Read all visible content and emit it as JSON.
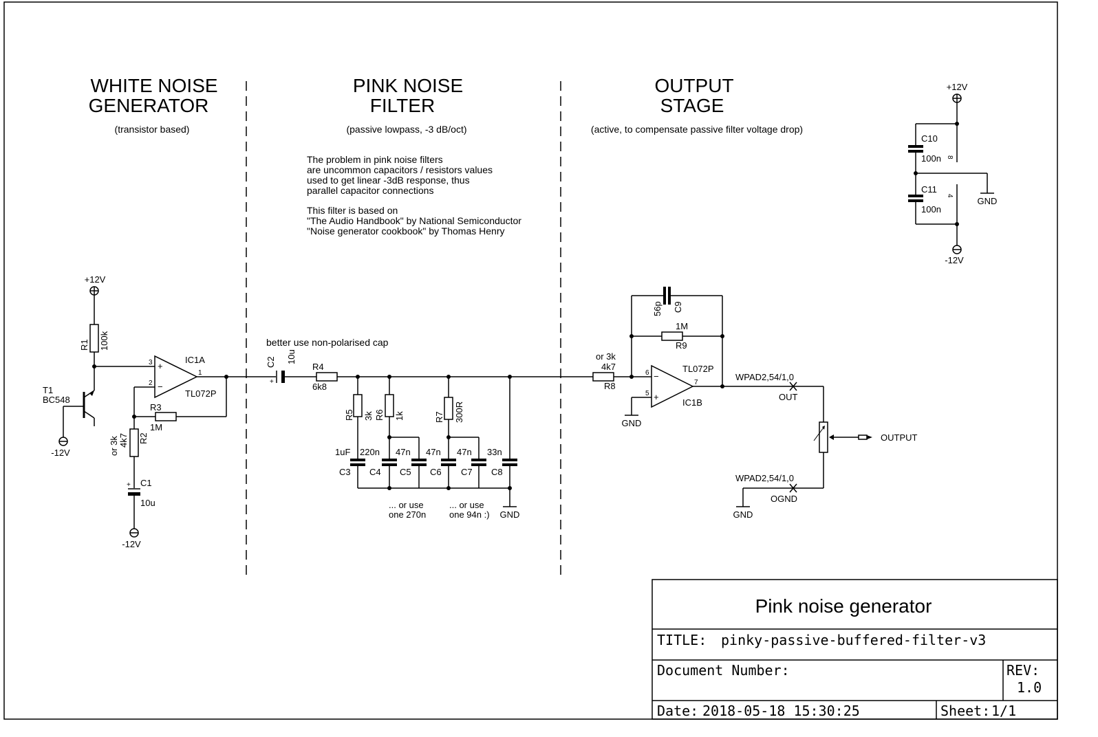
{
  "sections": [
    {
      "title_line1": "WHITE NOISE",
      "title_line2": "GENERATOR",
      "subtitle": "(transistor based)"
    },
    {
      "title_line1": "PINK NOISE",
      "title_line2": "FILTER",
      "subtitle": "(passive lowpass, -3 dB/oct)"
    },
    {
      "title_line1": "OUTPUT",
      "title_line2": "STAGE",
      "subtitle": "(active, to compensate passive filter voltage drop)"
    }
  ],
  "notes": {
    "problem": [
      "The problem in pink noise filters",
      "are uncommon capacitors / resistors values",
      "used to get linear -3dB response, thus",
      "parallel capacitor connections"
    ],
    "based_on": [
      "This filter is based on",
      "\"The Audio Handbook\" by National Semiconductor",
      " \"Noise generator cookbook\" by Thomas Henry"
    ],
    "c2_hint": "better use non-polarised cap",
    "alt1_line1": "... or use",
    "alt1_line2": "one 270n",
    "alt2_line1": "... or use",
    "alt2_line2": "one 94n :)"
  },
  "supply": {
    "pos": "+12V",
    "neg": "-12V",
    "gnd": "GND"
  },
  "components": {
    "t1": {
      "ref": "T1",
      "value": "BC548"
    },
    "r1": {
      "ref": "R1",
      "value": "100k"
    },
    "r2": {
      "ref": "R2",
      "value": "4k7",
      "alt": "or 3k"
    },
    "r3": {
      "ref": "R3",
      "value": "1M"
    },
    "c1": {
      "ref": "C1",
      "value": "10u"
    },
    "ic1a": {
      "ref": "IC1A",
      "type": "TL072P"
    },
    "c2": {
      "ref": "C2",
      "value": "10u"
    },
    "r4": {
      "ref": "R4",
      "value": "6k8"
    },
    "r5": {
      "ref": "R5",
      "value": "3k"
    },
    "r6": {
      "ref": "R6",
      "value": "1k"
    },
    "r7": {
      "ref": "R7",
      "value": "300R"
    },
    "c3": {
      "ref": "C3",
      "value": "1uF"
    },
    "c4": {
      "ref": "C4",
      "value": "220n"
    },
    "c5": {
      "ref": "C5",
      "value": "47n"
    },
    "c6": {
      "ref": "C6",
      "value": "47n"
    },
    "c7": {
      "ref": "C7",
      "value": "47n"
    },
    "c8": {
      "ref": "C8",
      "value": "33n"
    },
    "r8": {
      "ref": "R8",
      "value": "4k7",
      "alt": "or 3k"
    },
    "c9": {
      "ref": "C9",
      "value": "56p"
    },
    "r9": {
      "ref": "R9",
      "value": "1M"
    },
    "ic1b": {
      "ref": "IC1B",
      "type": "TL072P"
    },
    "c10": {
      "ref": "C10",
      "value": "100n"
    },
    "c11": {
      "ref": "C11",
      "value": "100n"
    },
    "out_pad": {
      "pkg": "WPAD2,54/1,0",
      "name": "OUT"
    },
    "ognd_pad": {
      "pkg": "WPAD2,54/1,0",
      "name": "OGND"
    },
    "output": "OUTPUT"
  },
  "pins": {
    "p1": "1",
    "p2": "2",
    "p3": "3",
    "p4": "4",
    "p5": "5",
    "p6": "6",
    "p7": "7",
    "p8": "8"
  },
  "title_block": {
    "name": "Pink noise generator",
    "title_label": "TITLE:",
    "title_value": "pinky-passive-buffered-filter-v3",
    "docnum_label": "Document Number:",
    "rev_label": "REV:",
    "rev_value": "1.0",
    "date_label": "Date:",
    "date_value": "2018-05-18 15:30:25",
    "sheet_label": "Sheet:",
    "sheet_value": "1/1"
  }
}
